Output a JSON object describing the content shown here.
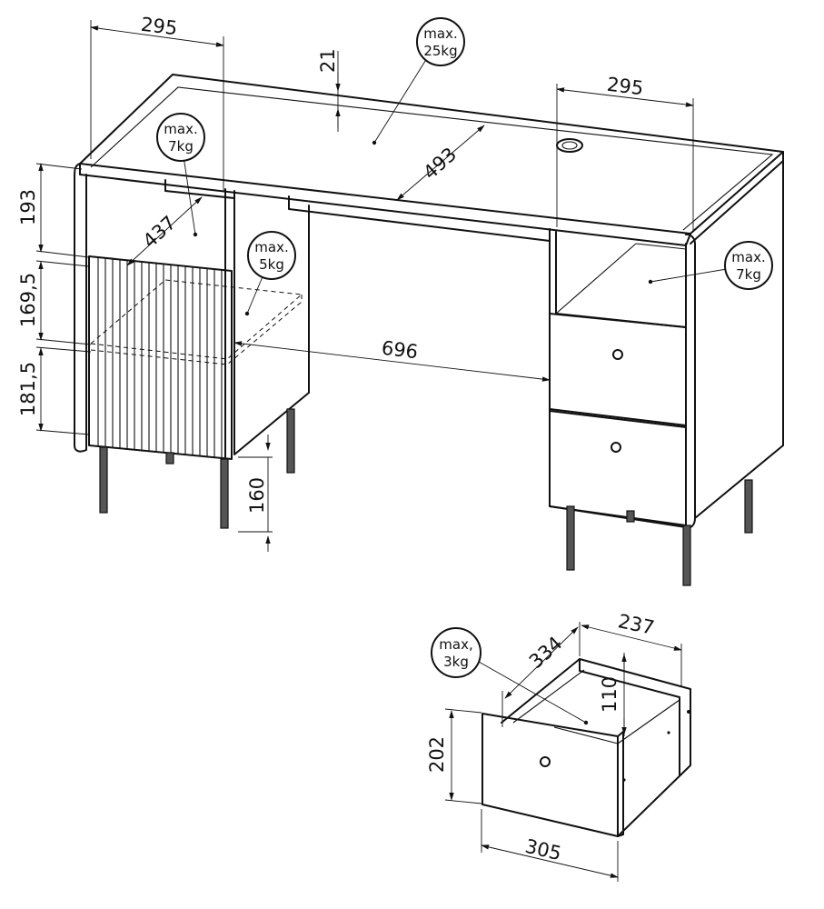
{
  "dimensions": {
    "top_left_depth": "295",
    "top_thickness": "21",
    "top_right_depth": "295",
    "desk_depth": "493",
    "left_shelf_depth": "437",
    "left_upper_height": "193",
    "left_middle_height": "169,5",
    "left_lower_height": "181,5",
    "leg_height": "160",
    "inner_width": "696",
    "drawer_depth": "334",
    "drawer_inner_width": "237",
    "drawer_inner_height": "110",
    "drawer_front_height": "202",
    "drawer_front_width": "305"
  },
  "load_labels": {
    "top": {
      "line1": "max.",
      "line2": "25kg"
    },
    "left_shelf": {
      "line1": "max.",
      "line2": "7kg"
    },
    "left_inner_shelf": {
      "line1": "max.",
      "line2": "5kg"
    },
    "right_shelf": {
      "line1": "max.",
      "line2": "7kg"
    },
    "drawer": {
      "line1": "max,",
      "line2": "3kg"
    }
  },
  "colors": {
    "line": "#111111",
    "background": "#ffffff",
    "leg": "#555555"
  }
}
